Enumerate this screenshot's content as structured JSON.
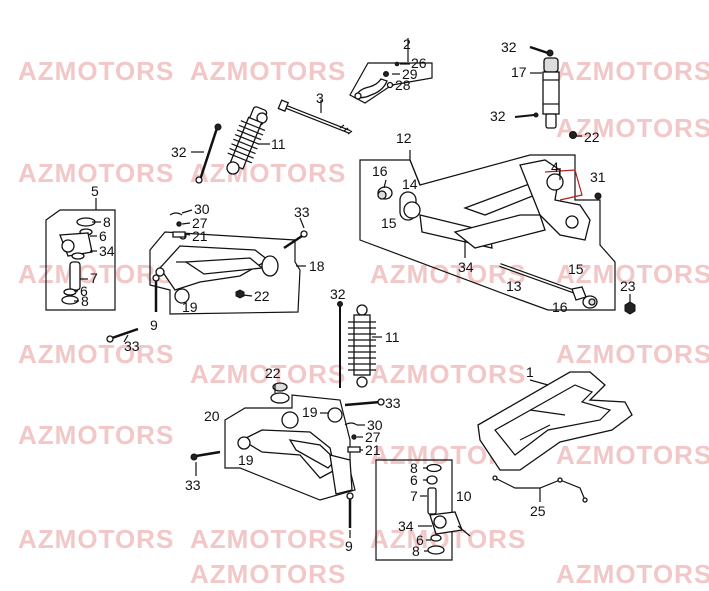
{
  "watermark": "AZMOTORS",
  "colors": {
    "watermark": "#f2c7c7",
    "line": "#111111",
    "highlight": "#b02020"
  },
  "callouts": {
    "c1": "1",
    "c2": "2",
    "c3": "3",
    "c4": "4",
    "c5": "5",
    "c6a": "6",
    "c6b": "6",
    "c6c": "6",
    "c7a": "7",
    "c7b": "7",
    "c8a": "8",
    "c8b": "8",
    "c8c": "8",
    "c8d": "8",
    "c9a": "9",
    "c9b": "9",
    "c10": "10",
    "c11a": "11",
    "c11b": "11",
    "c12": "12",
    "c13": "13",
    "c14": "14",
    "c15a": "15",
    "c15b": "15",
    "c16a": "16",
    "c16b": "16",
    "c17": "17",
    "c18": "18",
    "c19a": "19",
    "c19b": "19",
    "c19c": "19",
    "c20": "20",
    "c21a": "21",
    "c21b": "21",
    "c22a": "22",
    "c22b": "22",
    "c22c": "22",
    "c23": "23",
    "c25": "25",
    "c26": "26",
    "c27a": "27",
    "c27b": "27",
    "c28": "28",
    "c29": "29",
    "c30a": "30",
    "c30b": "30",
    "c31": "31",
    "c32a": "32",
    "c32b": "32",
    "c32c": "32",
    "c32d": "32",
    "c33a": "33",
    "c33b": "33",
    "c33c": "33",
    "c33d": "33",
    "c34a": "34",
    "c34b": "34",
    "c34c": "34"
  }
}
